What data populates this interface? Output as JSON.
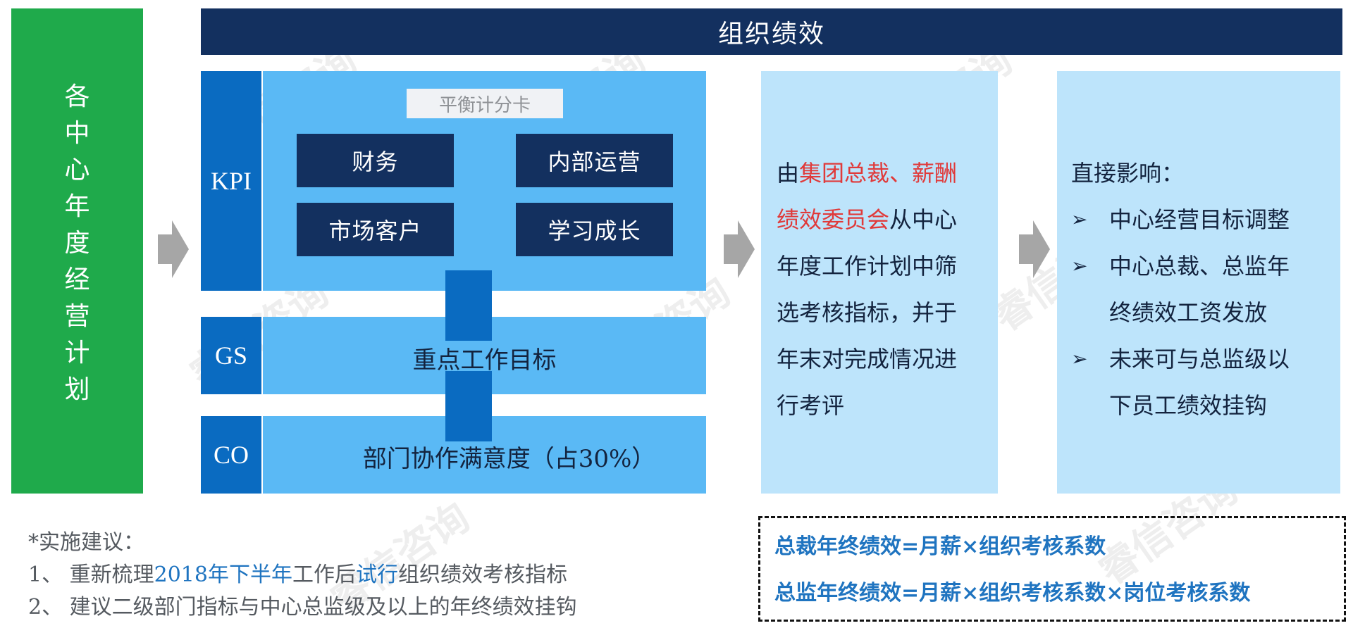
{
  "left_column": {
    "chars": [
      "各",
      "中",
      "心",
      "年",
      "度",
      "经",
      "营",
      "计",
      "划"
    ]
  },
  "header": {
    "title": "组织绩效"
  },
  "kpi": {
    "label": "KPI",
    "scorecard_label": "平衡计分卡",
    "quadrants": [
      "财务",
      "内部运营",
      "市场客户",
      "学习成长"
    ]
  },
  "gs": {
    "label": "GS",
    "text": "重点工作目标"
  },
  "co": {
    "label": "CO",
    "text": "部门协作满意度（占30%）"
  },
  "selection_panel": {
    "lines": [
      {
        "parts": [
          {
            "text": "由",
            "red": false
          },
          {
            "text": "集团总裁、薪酬",
            "red": true
          }
        ]
      },
      {
        "parts": [
          {
            "text": "绩效委员会",
            "red": true
          },
          {
            "text": "从中心",
            "red": false
          }
        ]
      },
      {
        "parts": [
          {
            "text": "年度工作计划中筛",
            "red": false
          }
        ]
      },
      {
        "parts": [
          {
            "text": "选考核指标，并于",
            "red": false
          }
        ]
      },
      {
        "parts": [
          {
            "text": "年末对完成情况进",
            "red": false
          }
        ]
      },
      {
        "parts": [
          {
            "text": "行考评",
            "red": false
          }
        ]
      }
    ]
  },
  "impact_panel": {
    "heading": "直接影响：",
    "bullet_glyph": "➢",
    "items": [
      {
        "lines": [
          "中心经营目标调整"
        ]
      },
      {
        "lines": [
          "中心总裁、总监年",
          "终绩效工资发放"
        ]
      },
      {
        "lines": [
          "未来可与总监级以",
          "下员工绩效挂钩"
        ]
      }
    ]
  },
  "notes": {
    "title": "*实施建议：",
    "line1": {
      "prefix": "1、 重新梳理",
      "highlight1": "2018年下半年",
      "middle": "工作后",
      "highlight2": "试行",
      "suffix": "组织绩效考核指标"
    },
    "line2": "2、 建议二级部门指标与中心总监级及以上的年终绩效挂钩"
  },
  "formulas": [
    "总裁年终绩效=月薪×组织考核系数",
    "总监年终绩效=月薪×组织考核系数×岗位考核系数"
  ],
  "watermark": "睿信咨询",
  "colors": {
    "green": "#1faa4b",
    "navy": "#13305f",
    "label_blue": "#0a6bc1",
    "content_blue": "#5ab9f5",
    "panel_light": "#bde4fb",
    "red": "#e03a3a",
    "link_blue": "#1f74c0",
    "arrow_gray": "#a6a6a6"
  }
}
